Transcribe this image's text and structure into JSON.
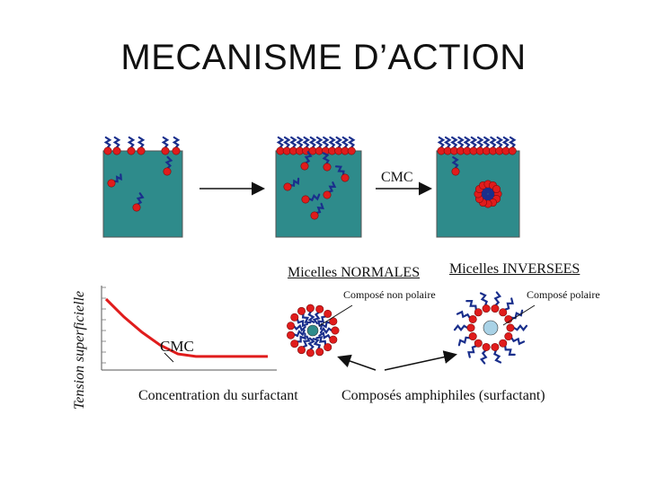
{
  "title": "MECANISME D’ACTION",
  "labels": {
    "cmc_top": "CMC",
    "y_axis": "Tension superficielle",
    "cmc_graph": "CMC",
    "x_axis": "Concentration du surfactant",
    "micelles_normales": "Micelles NORMALES",
    "micelles_inverses": "Micelles INVERSEES",
    "compose_non_polaire": "Composé non polaire",
    "compose_polaire": "Composé polaire",
    "amphiphiles": "Composés amphiphiles (surfactant)"
  },
  "colors": {
    "water": "#2e8b8b",
    "head": "#e01c1c",
    "tail": "#1a2f8c",
    "curve": "#e01c1c",
    "nonpolar_core": "#2e8b8b",
    "polar_core": "#a9d2e6"
  },
  "chart_data": {
    "type": "line",
    "title": "",
    "xlabel": "Concentration du surfactant",
    "ylabel": "Tension superficielle",
    "annotations": [
      "CMC"
    ],
    "series": [
      {
        "values": [
          1.0,
          0.72,
          0.48,
          0.28,
          0.14,
          0.1,
          0.1,
          0.1,
          0.1,
          0.1
        ]
      }
    ]
  }
}
